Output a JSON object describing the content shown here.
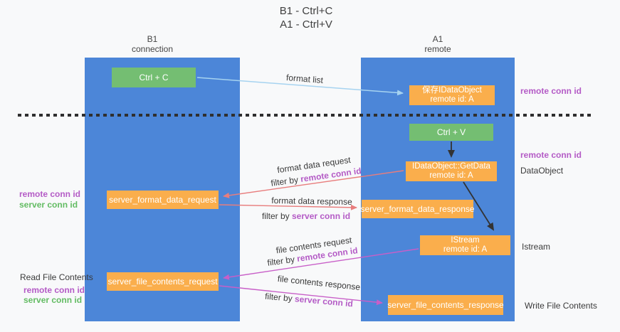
{
  "title": {
    "line1": "B1 - Ctrl+C",
    "line2": "A1 - Ctrl+V"
  },
  "columns": {
    "left": {
      "name": "B1",
      "role": "connection"
    },
    "right": {
      "name": "A1",
      "role": "remote"
    }
  },
  "boxes": {
    "ctrl_c": {
      "label": "Ctrl + C"
    },
    "save_dataobject": {
      "line1": "保存IDataObject",
      "line2": "remote id: A"
    },
    "ctrl_v": {
      "label": "Ctrl + V"
    },
    "getdata": {
      "line1": "IDataObject::GetData",
      "line2": "remote id: A"
    },
    "format_request": {
      "label": "server_format_data_request"
    },
    "format_response": {
      "label": "server_format_data_response"
    },
    "istream": {
      "line1": "IStream",
      "line2": "remote id: A"
    },
    "file_request": {
      "label": "server_file_contents_request"
    },
    "file_response": {
      "label": "server_file_contents_response"
    }
  },
  "arrow_labels": {
    "format_list": "format list",
    "format_data_request": "format data request",
    "format_data_response": "format data response",
    "file_contents_request": "file contents request",
    "file_contents_response": "file contents response",
    "filter_by": "filter by",
    "remote_conn_id": "remote conn id",
    "server_conn_id": "server conn id"
  },
  "side_labels": {
    "left": {
      "remote_conn_id": "remote conn id",
      "server_conn_id": "server conn id",
      "read_file_contents": "Read File Contents",
      "remote_conn_id_2": "remote conn id",
      "server_conn_id_2": "server conn id"
    },
    "right": {
      "remote_conn_id_1": "remote conn id",
      "remote_conn_id_2": "remote conn id",
      "dataobject": "DataObject",
      "istream": "Istream",
      "write_file_contents": "Write File Contents"
    }
  },
  "colors": {
    "background": "#f8f9fa",
    "column_blue": "#4c86d8",
    "box_green": "#74be72",
    "box_orange": "#faae4c",
    "arrow_lightblue": "#a6d3f0",
    "arrow_red": "#e87d7d",
    "arrow_magenta": "#c85fc8",
    "text_purple": "#b45bc6",
    "text_green": "#63bc63",
    "dashed_line": "#2f2f2f"
  }
}
